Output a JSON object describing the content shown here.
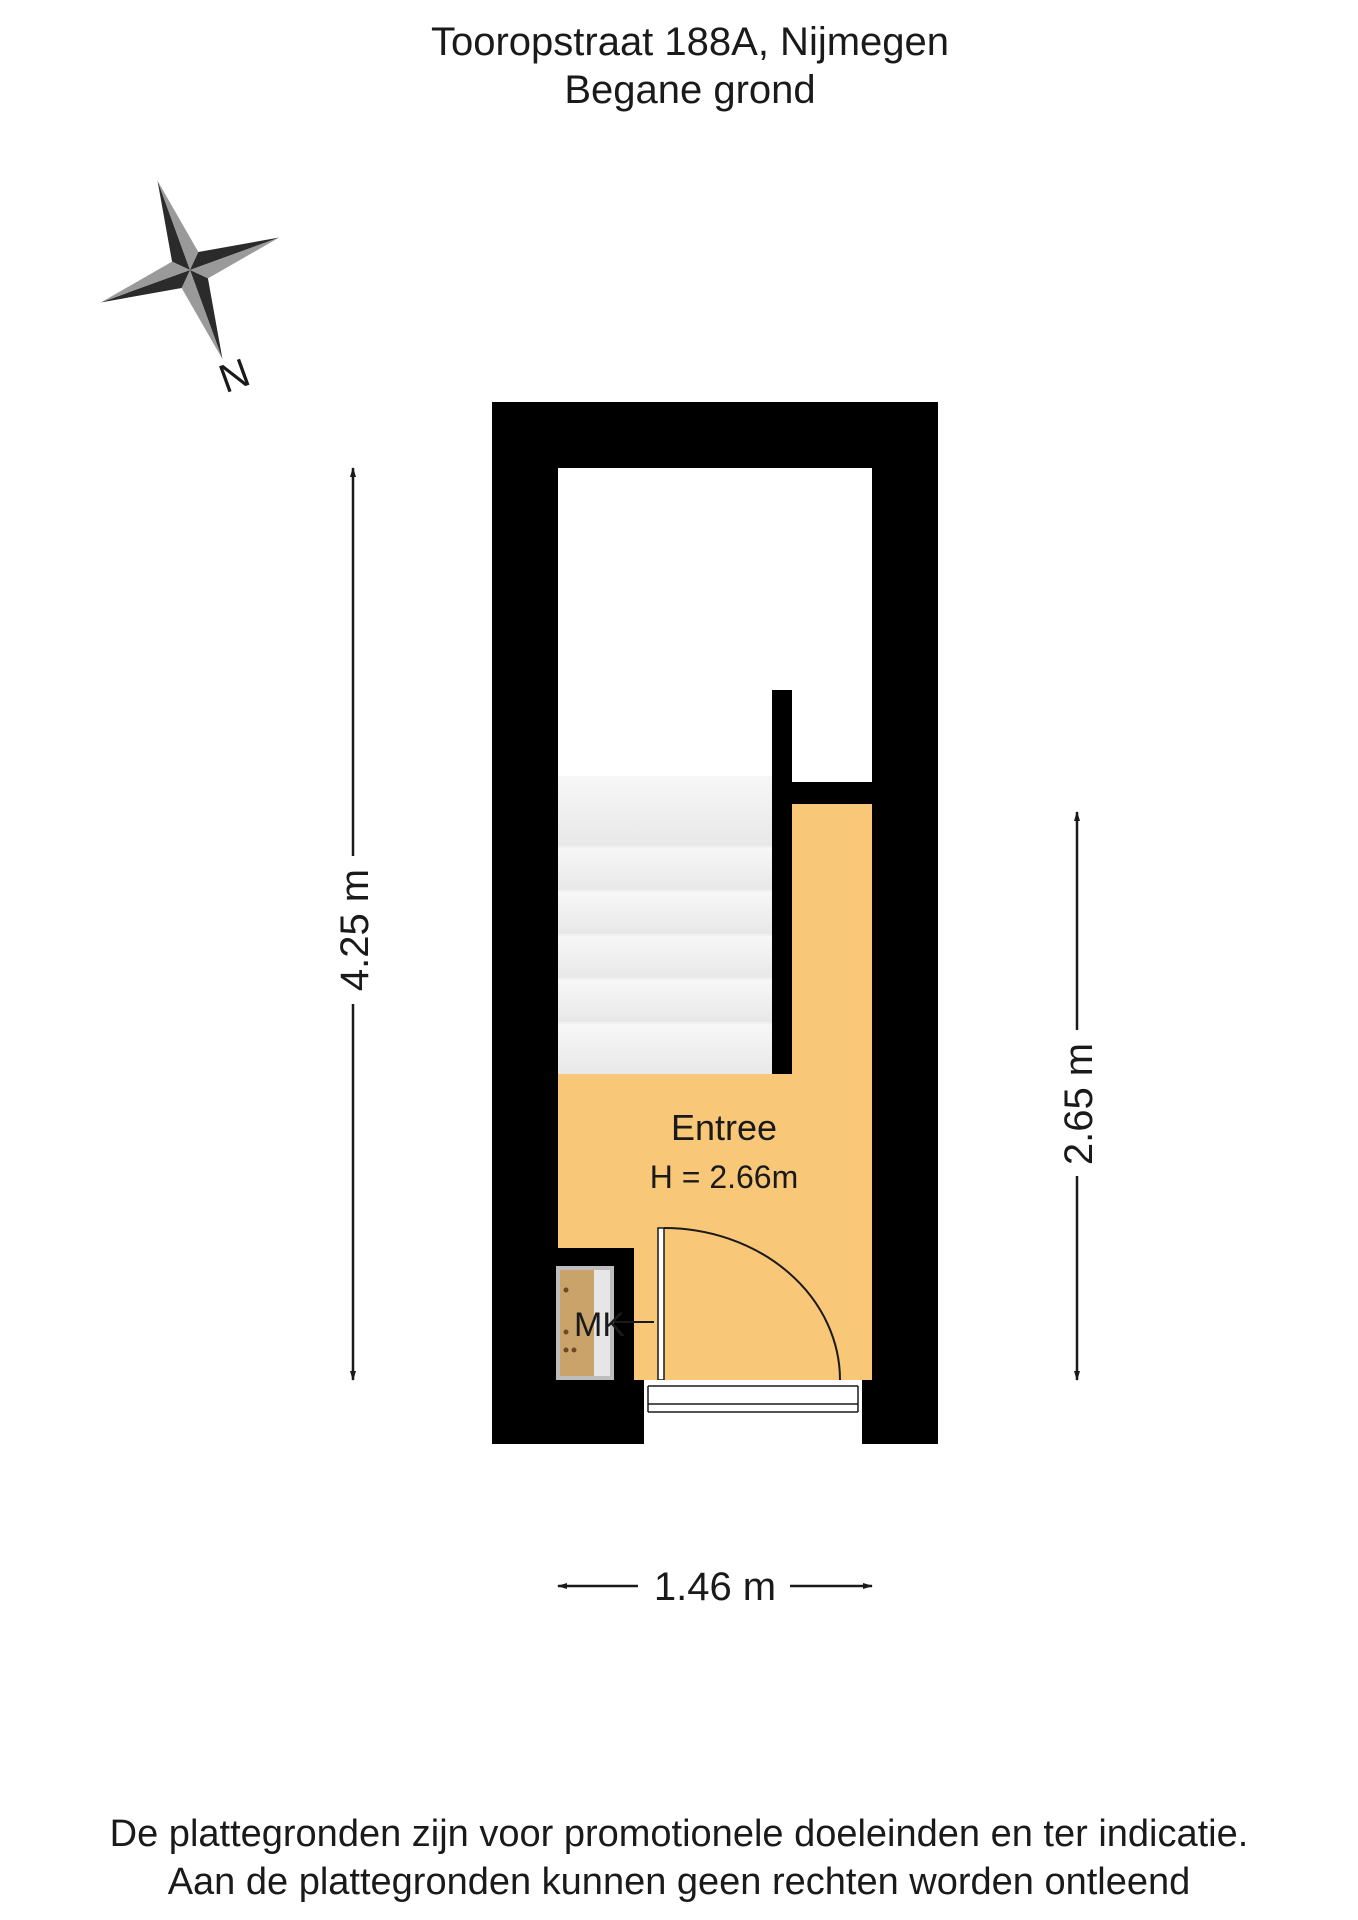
{
  "header": {
    "address": "Tooropstraat 188A, Nijmegen",
    "floor": "Begane grond"
  },
  "compass": {
    "label": "N"
  },
  "room": {
    "name": "Entree",
    "height": "H = 2.66m",
    "fixture_label": "MK"
  },
  "dimensions": {
    "left": "4.25 m",
    "right": "2.65 m",
    "bottom": "1.46 m"
  },
  "footer": {
    "line1": "De plattegronden zijn voor promotionele doeleinden en ter indicatie.",
    "line2": "Aan de plattegronden kunnen geen rechten worden ontleend"
  },
  "colors": {
    "wall": "#000000",
    "room_fill": "#f9c778",
    "stairs": "#f1f1f1",
    "background": "#ffffff"
  }
}
